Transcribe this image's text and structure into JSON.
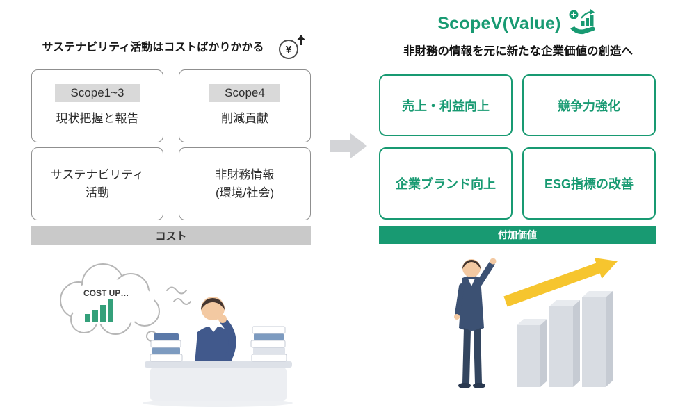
{
  "left": {
    "title": "サステナビリティ活動はコストばかりかかる",
    "yen_symbol": "¥",
    "boxes": [
      {
        "tag": "Scope1~3",
        "label": "現状把握と報告"
      },
      {
        "tag": "Scope4",
        "label": "削減貢献"
      },
      {
        "label": "サステナビリティ\n活動"
      },
      {
        "label": "非財務情報\n(環境/社会)"
      }
    ],
    "footer": "コスト",
    "thought": "COST UP…"
  },
  "right": {
    "title": "ScopeV(Value)",
    "subtitle": "非財務の情報を元に新たな企業価値の創造へ",
    "boxes": [
      {
        "label": "売上・利益向上"
      },
      {
        "label": "競争力強化"
      },
      {
        "label": "企業ブランド向上"
      },
      {
        "label": "ESG指標の改善"
      }
    ],
    "footer": "付加価値"
  },
  "colors": {
    "green": "#189a72",
    "cost_gray": "#c9c9c9",
    "tag_gray": "#d9d9d9",
    "arrow_yellow": "#f6c52e"
  }
}
